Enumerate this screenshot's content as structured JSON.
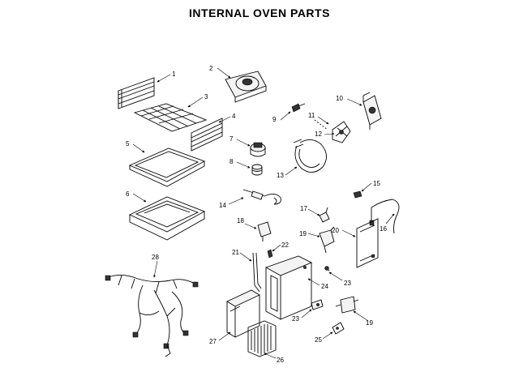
{
  "title": "INTERNAL OVEN PARTS",
  "callouts": {
    "c1": "1",
    "c2": "2",
    "c3": "3",
    "c4": "4",
    "c5": "5",
    "c6": "6",
    "c7": "7",
    "c8": "8",
    "c9": "9",
    "c10": "10",
    "c11": "11",
    "c12": "12",
    "c13": "13",
    "c14": "14",
    "c15": "15",
    "c16": "16",
    "c17": "17",
    "c18": "18",
    "c19a": "19",
    "c19b": "19",
    "c20": "20",
    "c21": "21",
    "c22": "22",
    "c23a": "23",
    "c23b": "23",
    "c24": "24",
    "c25": "25",
    "c26": "26",
    "c27": "27",
    "c28": "28"
  }
}
